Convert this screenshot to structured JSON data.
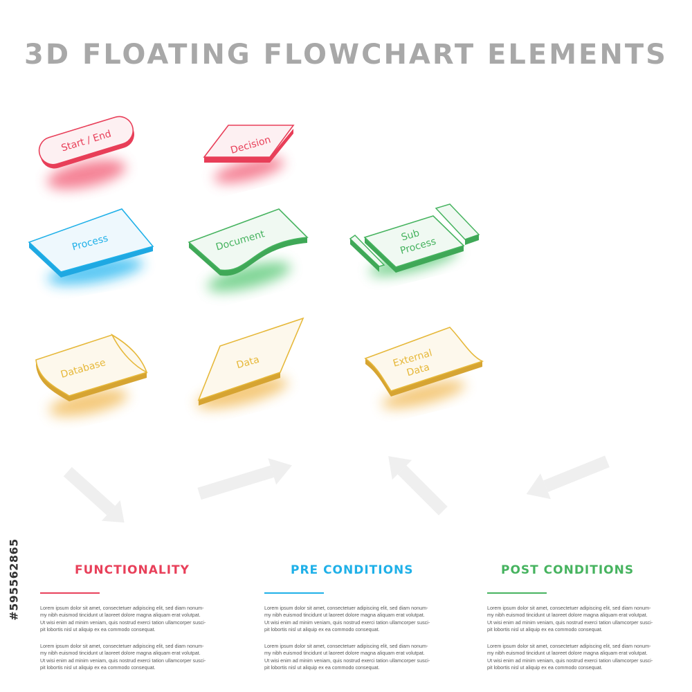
{
  "title": "3D FLOATING FLOWCHART ELEMENTS",
  "shapes": {
    "start_end": "Start / End",
    "decision": "Decision",
    "process": "Process",
    "document": "Document",
    "subprocess_line1": "Sub",
    "subprocess_line2": "Process",
    "database": "Database",
    "data": "Data",
    "external_line1": "External",
    "external_line2": "Data"
  },
  "colors": {
    "red": "#e8405a",
    "blue": "#1fb0e8",
    "green": "#46b35f",
    "yellow": "#e6b83a",
    "title_gray": "#a8a8a8",
    "arrow_gray": "#efefef"
  },
  "columns": [
    {
      "heading": "FUNCTIONALITY",
      "color": "#e8405a",
      "paragraphs": [
        "Lorem ipsum dolor sit amet, consectetuer adipiscing elit, sed diam nonum-my nibh euismod tincidunt ut laoreet dolore magna aliquam erat volutpat. Ut wisi enim ad minim veniam, quis nostrud exerci tation ullamcorper susci-pit lobortis nisl ut aliquip ex ea commodo consequat.",
        "Lorem ipsum dolor sit amet, consectetuer adipiscing elit, sed diam nonum-my nibh euismod tincidunt ut laoreet dolore magna aliquam erat volutpat. Ut wisi enim ad minim veniam, quis nostrud exerci tation ullamcorper susci-pit lobortis nisl ut aliquip ex ea commodo consequat."
      ]
    },
    {
      "heading": "PRE CONDITIONS",
      "color": "#1fb0e8",
      "paragraphs": [
        "Lorem ipsum dolor sit amet, consectetuer adipiscing elit, sed diam nonum-my nibh euismod tincidunt ut laoreet dolore magna aliquam erat volutpat. Ut wisi enim ad minim veniam, quis nostrud exerci tation ullamcorper susci-pit lobortis nisl ut aliquip ex ea commodo consequat.",
        "Lorem ipsum dolor sit amet, consectetuer adipiscing elit, sed diam nonum-my nibh euismod tincidunt ut laoreet dolore magna aliquam erat volutpat. Ut wisi enim ad minim veniam, quis nostrud exerci tation ullamcorper susci-pit lobortis nisl ut aliquip ex ea commodo consequat."
      ]
    },
    {
      "heading": "POST CONDITIONS",
      "color": "#46b35f",
      "paragraphs": [
        "Lorem ipsum dolor sit amet, consectetuer adipiscing elit, sed diam nonum-my nibh euismod tincidunt ut laoreet dolore magna aliquam erat volutpat. Ut wisi enim ad minim veniam, quis nostrud exerci tation ullamcorper susci-pit lobortis nisl ut aliquip ex ea commodo consequat.",
        "Lorem ipsum dolor sit amet, consectetuer adipiscing elit, sed diam nonum-my nibh euismod tincidunt ut laoreet dolore magna aliquam erat volutpat. Ut wisi enim ad minim veniam, quis nostrud exerci tation ullamcorper susci-pit lobortis nisl ut aliquip ex ea commodo consequat."
      ]
    }
  ],
  "watermark": "#595562865"
}
